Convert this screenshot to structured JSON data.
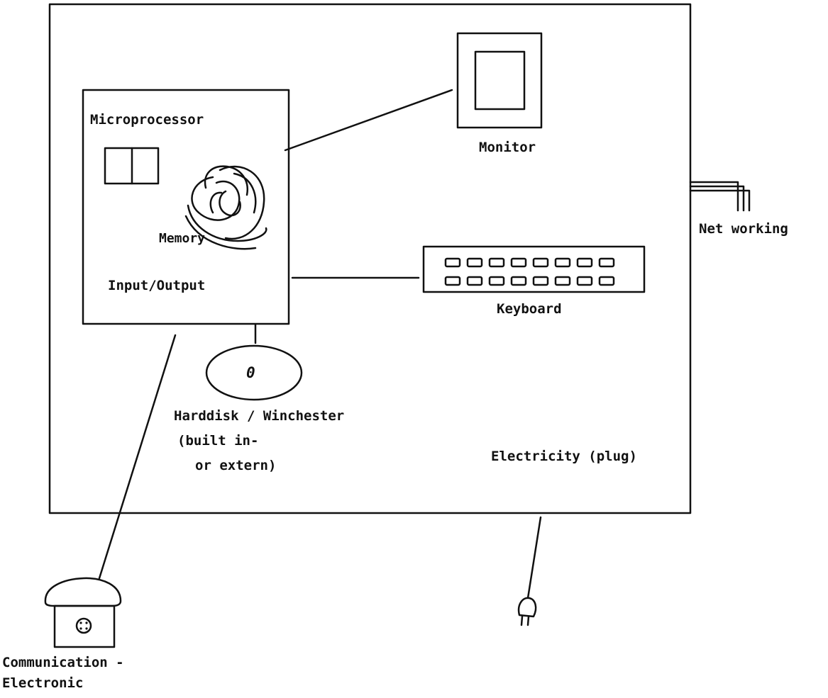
{
  "labels": {
    "microprocessor": "Microprocessor",
    "memory": "Memory",
    "input_output": "Input/Output",
    "monitor": "Monitor",
    "keyboard": "Keyboard",
    "networking": "Net working",
    "harddisk_line1": "Harddisk / Winchester",
    "harddisk_line2": "(built in-",
    "harddisk_line3": "or extern)",
    "harddisk_symbol": "0",
    "electricity": "Electricity (plug)",
    "communication_line1": "Communication -",
    "communication_line2": "Electronic"
  },
  "colors": {
    "ink": "#111111",
    "background": "#ffffff"
  }
}
